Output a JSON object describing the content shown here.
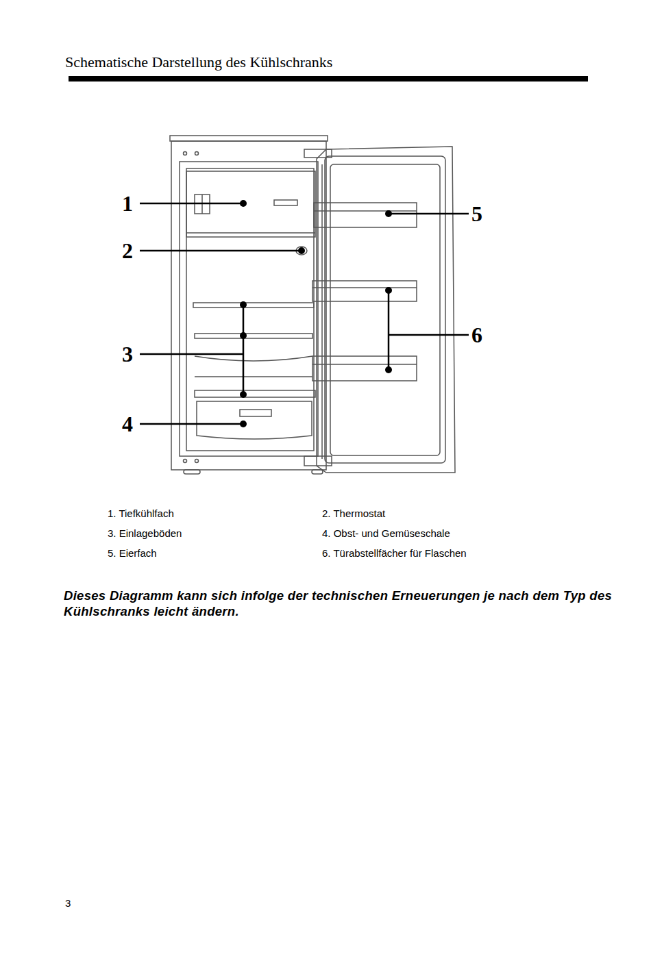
{
  "diagram": {
    "title": "Schematische Darstellung des Kühlschranks",
    "caption": "Dieses Diagramm kann sich infolge der technischen Erneuerungen je nach dem Typ des Kühlschranks leicht ändern.",
    "labels": [
      "1",
      "2",
      "3",
      "4",
      "5",
      "6",
      "1. Tiefkühlfach",
      "2. Thermostat",
      "3. Einlageböden",
      "4. Obst- und Gemüseschale",
      "5. Eierfach",
      "6. Türabstellfächer für Flaschen",
      "3"
    ]
  }
}
